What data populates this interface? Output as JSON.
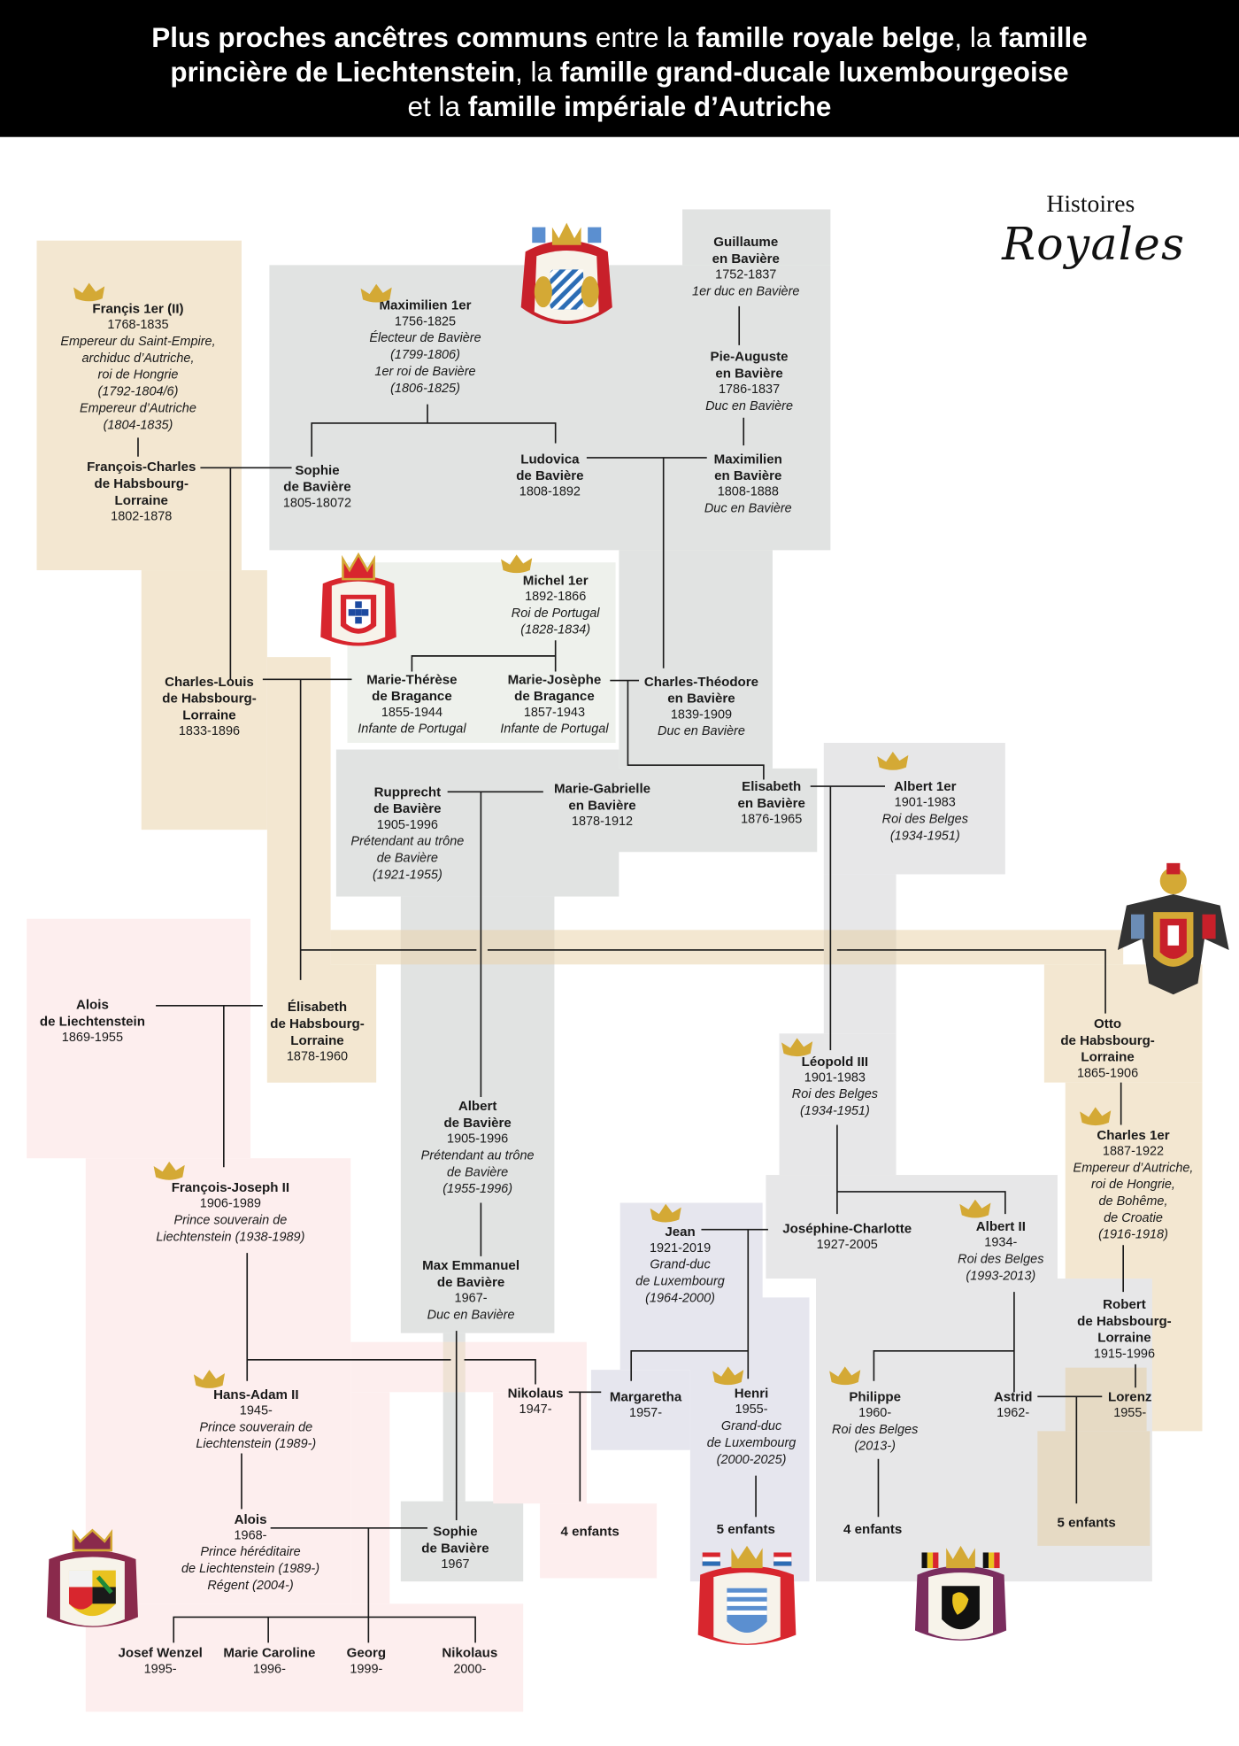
{
  "header": {
    "line1": [
      {
        "t": "Plus proches ancêtres communs",
        "b": true
      },
      {
        "t": " entre la ",
        "b": false
      },
      {
        "t": "famille royale belge",
        "b": true
      },
      {
        "t": ", la ",
        "b": false
      },
      {
        "t": "famille",
        "b": true
      }
    ],
    "line2": [
      {
        "t": "princière de Liechtenstein",
        "b": true
      },
      {
        "t": ", la ",
        "b": false
      },
      {
        "t": "famille grand-ducale luxembourgeoise",
        "b": true
      }
    ],
    "line3": [
      {
        "t": "et la ",
        "b": false
      },
      {
        "t": "famille impériale d’Autriche",
        "b": true
      }
    ]
  },
  "logo": {
    "top": "Histoires",
    "bottom": "Royales"
  },
  "colors": {
    "austria": "#f3e7d1",
    "bavaria": "#e1e3e2",
    "belgium": "#e7e7e8",
    "portugal": "#eef1ec",
    "luxembourg": "#e6e6ee",
    "liechtenstein": "#fdeeee",
    "crown": "#d4a935"
  },
  "people": [
    {
      "name": [
        "Françis 1er (II)"
      ],
      "dates": "1768-1835",
      "title": [
        "Empereur du Saint-Empire,",
        "archiduc d’Autriche,",
        "roi de Hongrie",
        "(1792-1804/6)",
        "Empereur d’Autriche",
        "(1804-1835)"
      ],
      "crown": true
    },
    {
      "name": [
        "François-Charles",
        "de Habsbourg-",
        "Lorraine"
      ],
      "dates": "1802-1878",
      "title": []
    },
    {
      "name": [
        "Maximilien 1er"
      ],
      "dates": "1756-1825",
      "title": [
        "Électeur de Bavière",
        "(1799-1806)",
        "1er roi de Bavière",
        "(1806-1825)"
      ],
      "crown": true
    },
    {
      "name": [
        "Guillaume",
        "en Bavière"
      ],
      "dates": "1752-1837",
      "title": [
        "1er duc en Bavière"
      ]
    },
    {
      "name": [
        "Pie-Auguste",
        "en Bavière"
      ],
      "dates": "1786-1837",
      "title": [
        "Duc en Bavière"
      ]
    },
    {
      "name": [
        "Sophie",
        "de Bavière"
      ],
      "dates": "1805-18072",
      "title": []
    },
    {
      "name": [
        "Ludovica",
        "de Bavière"
      ],
      "dates": "1808-1892",
      "title": []
    },
    {
      "name": [
        "Maximilien",
        "en Bavière"
      ],
      "dates": "1808-1888",
      "title": [
        "Duc en Bavière"
      ]
    },
    {
      "name": [
        "Michel 1er"
      ],
      "dates": "1892-1866",
      "title": [
        "Roi de Portugal",
        "(1828-1834)"
      ],
      "crown": true
    },
    {
      "name": [
        "Marie-Thérèse",
        "de Bragance"
      ],
      "dates": "1855-1944",
      "title": [
        "Infante de Portugal"
      ]
    },
    {
      "name": [
        "Marie-Josèphe",
        "de Bragance"
      ],
      "dates": "1857-1943",
      "title": [
        "Infante de Portugal"
      ]
    },
    {
      "name": [
        "Charles-Théodore",
        "en Bavière"
      ],
      "dates": "1839-1909",
      "title": [
        "Duc en Bavière"
      ]
    },
    {
      "name": [
        "Charles-Louis",
        "de Habsbourg-",
        "Lorraine"
      ],
      "dates": "1833-1896",
      "title": []
    },
    {
      "name": [
        "Rupprecht",
        "de Bavière"
      ],
      "dates": "1905-1996",
      "title": [
        "Prétendant au trône",
        "de Bavière",
        "(1921-1955)"
      ]
    },
    {
      "name": [
        "Marie-Gabrielle",
        "en Bavière"
      ],
      "dates": "1878-1912",
      "title": []
    },
    {
      "name": [
        "Elisabeth",
        "en Bavière"
      ],
      "dates": "1876-1965",
      "title": []
    },
    {
      "name": [
        "Albert 1er"
      ],
      "dates": "1901-1983",
      "title": [
        "Roi des Belges",
        "(1934-1951)"
      ],
      "crown": true
    },
    {
      "name": [
        "Alois",
        "de Liechtenstein"
      ],
      "dates": "1869-1955",
      "title": []
    },
    {
      "name": [
        "Élisabeth",
        "de Habsbourg-",
        "Lorraine"
      ],
      "dates": "1878-1960",
      "title": []
    },
    {
      "name": [
        "Otto",
        "de Habsbourg-",
        "Lorraine"
      ],
      "dates": "1865-1906",
      "title": []
    },
    {
      "name": [
        "Léopold III"
      ],
      "dates": "1901-1983",
      "title": [
        "Roi des Belges",
        "(1934-1951)"
      ],
      "crown": true
    },
    {
      "name": [
        "Charles 1er"
      ],
      "dates": "1887-1922",
      "title": [
        "Empereur d’Autriche,",
        "roi de Hongrie,",
        "de Bohême,",
        "de Croatie",
        "(1916-1918)"
      ],
      "crown": true
    },
    {
      "name": [
        "Albert",
        "de Bavière"
      ],
      "dates": "1905-1996",
      "title": [
        "Prétendant au trône",
        "de Bavière",
        "(1955-1996)"
      ]
    },
    {
      "name": [
        "François-Joseph II"
      ],
      "dates": "1906-1989",
      "title": [
        "Prince souverain de",
        "Liechtenstein (1938-1989)"
      ],
      "crown": true
    },
    {
      "name": [
        "Max Emmanuel",
        "de Bavière"
      ],
      "dates": "1967-",
      "title": [
        "Duc en Bavière"
      ]
    },
    {
      "name": [
        "Jean"
      ],
      "dates": "1921-2019",
      "title": [
        "Grand-duc",
        "de Luxembourg",
        "(1964-2000)"
      ],
      "crown": true
    },
    {
      "name": [
        "Joséphine-Charlotte"
      ],
      "dates": "1927-2005",
      "title": []
    },
    {
      "name": [
        "Albert II"
      ],
      "dates": "1934-",
      "title": [
        "Roi des Belges",
        "(1993-2013)"
      ],
      "crown": true
    },
    {
      "name": [
        "Robert",
        "de Habsbourg-",
        "Lorraine"
      ],
      "dates": "1915-1996",
      "title": []
    },
    {
      "name": [
        "Hans-Adam II"
      ],
      "dates": "1945-",
      "title": [
        "Prince souverain de",
        "Liechtenstein (1989-)"
      ],
      "crown": true
    },
    {
      "name": [
        "Nikolaus"
      ],
      "dates": "1947-",
      "title": []
    },
    {
      "name": [
        "Margaretha"
      ],
      "dates": "1957-",
      "title": []
    },
    {
      "name": [
        "Henri"
      ],
      "dates": "1955-",
      "title": [
        "Grand-duc",
        "de Luxembourg",
        "(2000-2025)"
      ],
      "crown": true
    },
    {
      "name": [
        "Philippe"
      ],
      "dates": "1960-",
      "title": [
        "Roi des Belges",
        "(2013-)"
      ],
      "crown": true
    },
    {
      "name": [
        "Astrid"
      ],
      "dates": "1962-",
      "title": []
    },
    {
      "name": [
        "Lorenz"
      ],
      "dates": "1955-",
      "title": []
    },
    {
      "name": [
        "Alois"
      ],
      "dates": "1968-",
      "title": [
        "Prince héréditaire",
        "de Liechtenstein (1989-)",
        "Régent (2004-)"
      ]
    },
    {
      "name": [
        "Sophie",
        "de Bavière"
      ],
      "dates": "1967",
      "title": []
    },
    {
      "name": [
        "4 enfants"
      ],
      "dates": "",
      "title": []
    },
    {
      "name": [
        "5 enfants"
      ],
      "dates": "",
      "title": []
    },
    {
      "name": [
        "4 enfants"
      ],
      "dates": "",
      "title": []
    },
    {
      "name": [
        "5 enfants"
      ],
      "dates": "",
      "title": []
    },
    {
      "name": [
        "Josef Wenzel"
      ],
      "dates": "1995-",
      "title": []
    },
    {
      "name": [
        "Marie Caroline"
      ],
      "dates": "1996-",
      "title": []
    },
    {
      "name": [
        "Georg"
      ],
      "dates": "1999-",
      "title": []
    },
    {
      "name": [
        "Nikolaus"
      ],
      "dates": "2000-",
      "title": []
    }
  ]
}
